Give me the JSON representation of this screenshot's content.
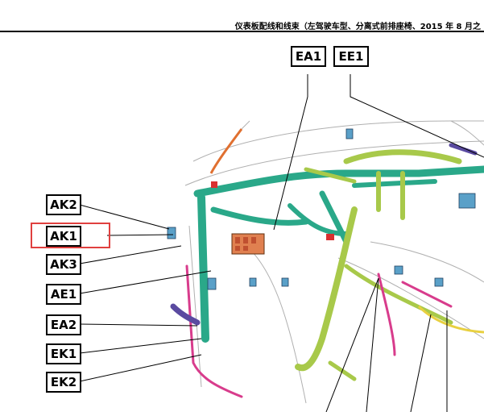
{
  "header": {
    "title": "仪表板配线和线束（左驾驶车型、分离式前排座椅、2015 年 8 月之"
  },
  "connectors": [
    {
      "id": "ea1",
      "label": "EA1"
    },
    {
      "id": "ee1",
      "label": "EE1"
    },
    {
      "id": "ak2",
      "label": "AK2"
    },
    {
      "id": "ak1",
      "label": "AK1",
      "highlighted": true
    },
    {
      "id": "ak3",
      "label": "AK3"
    },
    {
      "id": "ae1",
      "label": "AE1"
    },
    {
      "id": "ea2",
      "label": "EA2"
    },
    {
      "id": "ek1",
      "label": "EK1"
    },
    {
      "id": "ek2",
      "label": "EK2"
    }
  ],
  "colors": {
    "harness_teal": "#2aa889",
    "harness_green": "#a8c94a",
    "harness_pink": "#d83c8c",
    "harness_orange": "#e07030",
    "harness_purple": "#5a4aa0",
    "highlight": "#e0403f"
  }
}
